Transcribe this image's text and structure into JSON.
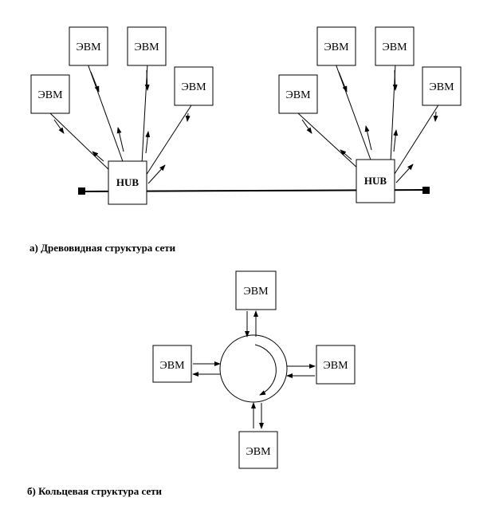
{
  "labels": {
    "computer": "ЭВМ",
    "hub": "HUB"
  },
  "captions": {
    "tree": "а) Древовидная структура сети",
    "ring": "б) Кольцевая структура сети"
  }
}
